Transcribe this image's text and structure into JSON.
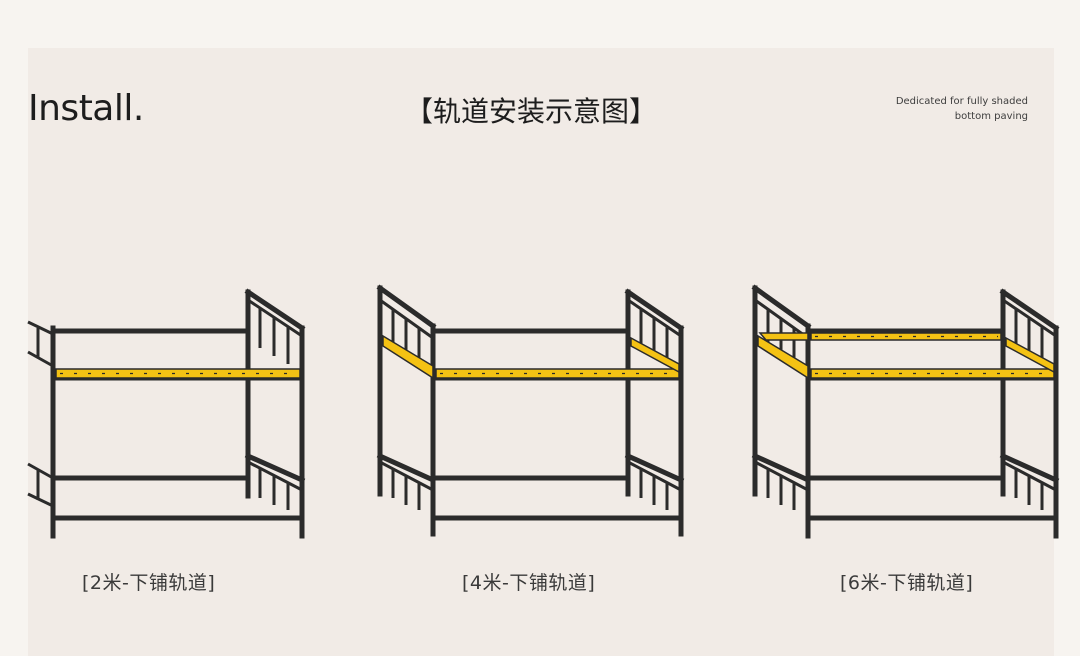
{
  "header": {
    "title_left": "Install.",
    "title_center": "【轨道安装示意图】",
    "note_line1": "Dedicated for fully shaded",
    "note_line2": "bottom paving"
  },
  "diagrams": [
    {
      "caption": "[2米-下铺轨道]"
    },
    {
      "caption": "[4米-下铺轨道]"
    },
    {
      "caption": "[6米-下铺轨道]"
    }
  ],
  "colors": {
    "rail": "#f4c214",
    "frame": "#2b2b2b",
    "background": "#f1ebe6"
  }
}
